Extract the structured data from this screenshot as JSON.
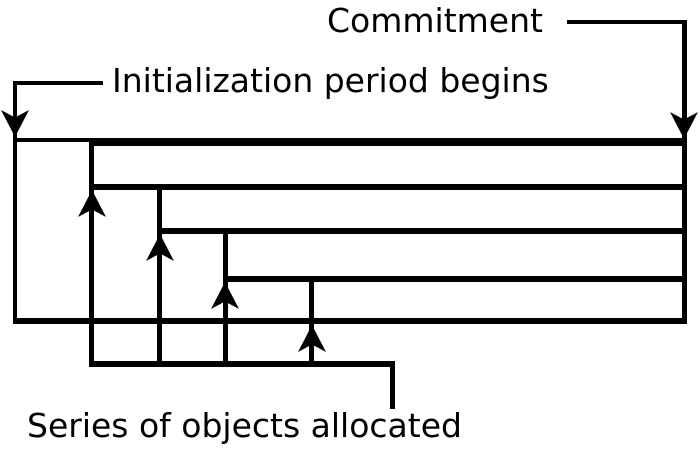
{
  "diagram": {
    "type": "timeline-lifetime-diagram",
    "colors": {
      "background": "#ffffff",
      "ink": "#000000"
    },
    "annotations": {
      "commitment": {
        "label": "Commitment",
        "arrow": "down-arrow at right end of timeline"
      },
      "initialization": {
        "label": "Initialization period begins",
        "arrow": "down-arrow at left end of timeline"
      },
      "allocation": {
        "label": "Series of objects allocated",
        "arrows": "four up-arrows pointing at each nested object line"
      }
    },
    "timelines": {
      "count": 5,
      "description": "Nested staircase lines sharing a common right edge (commitment time); each successive object line starts later and lower"
    },
    "arrow_counts": {
      "down": 2,
      "up": 4
    }
  }
}
